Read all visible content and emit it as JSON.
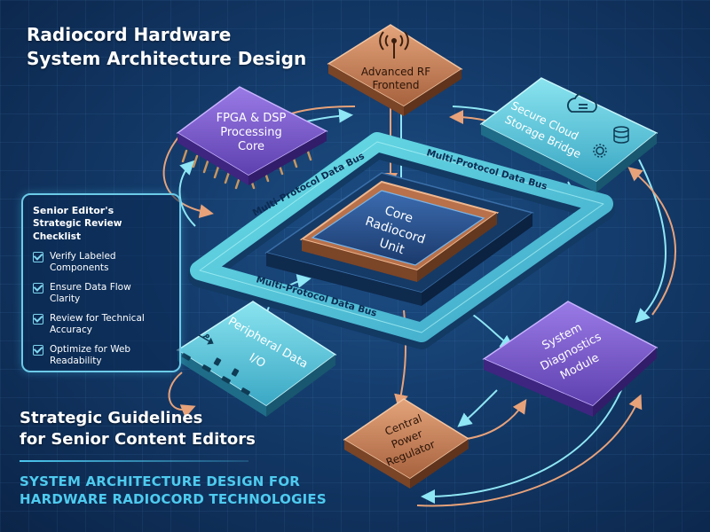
{
  "header": {
    "title_line1": "Radiocord Hardware",
    "title_line2": "System Architecture Design"
  },
  "modules": {
    "rf_frontend": [
      "Advanced RF",
      "Frontend"
    ],
    "fpga_dsp": [
      "FPGA & DSP",
      "Processing",
      "Core"
    ],
    "cloud_bridge": [
      "Secure Cloud",
      "Storage Bridge"
    ],
    "core_unit": [
      "Core",
      "Radiocord",
      "Unit"
    ],
    "peripheral": [
      "Peripheral Data",
      "I/O"
    ],
    "diagnostics": [
      "System",
      "Diagnostics",
      "Module"
    ],
    "power_regulator": [
      "Central",
      "Power",
      "Regulator"
    ]
  },
  "bus_labels": {
    "upper_left": "Multi-Protocol Data Bus",
    "upper_right": "Multi-Protocol Data Bus",
    "lower_left": "Multi-Protocol Data Bus"
  },
  "checklist": {
    "title_line1": "Senior Editor's",
    "title_line2": "Strategic Review Checklist",
    "items": [
      [
        "Verify Labeled",
        "Components"
      ],
      [
        "Ensure Data Flow",
        "Clarity"
      ],
      [
        "Review for Technical",
        "Accuracy"
      ],
      [
        "Optimize for Web",
        "Readability"
      ]
    ]
  },
  "footer": {
    "guidelines_line1": "Strategic Guidelines",
    "guidelines_line2": "for Senior Content Editors",
    "subtitle_line1": "SYSTEM ARCHITECTURE DESIGN FOR",
    "subtitle_line2": "HARDWARE RADIOCORD TECHNOLOGIES"
  },
  "colors": {
    "background": "#133a69",
    "accent": "#4ecbef",
    "bus": "#5fd0e0",
    "purple_module": "#7a5ad0",
    "copper_module": "#c9825a",
    "teal_module": "#54c4d8",
    "core_blue": "#24497e"
  },
  "icons": [
    "antenna-icon",
    "cloud-icon",
    "usb-icon",
    "port-icon",
    "check-icon"
  ]
}
